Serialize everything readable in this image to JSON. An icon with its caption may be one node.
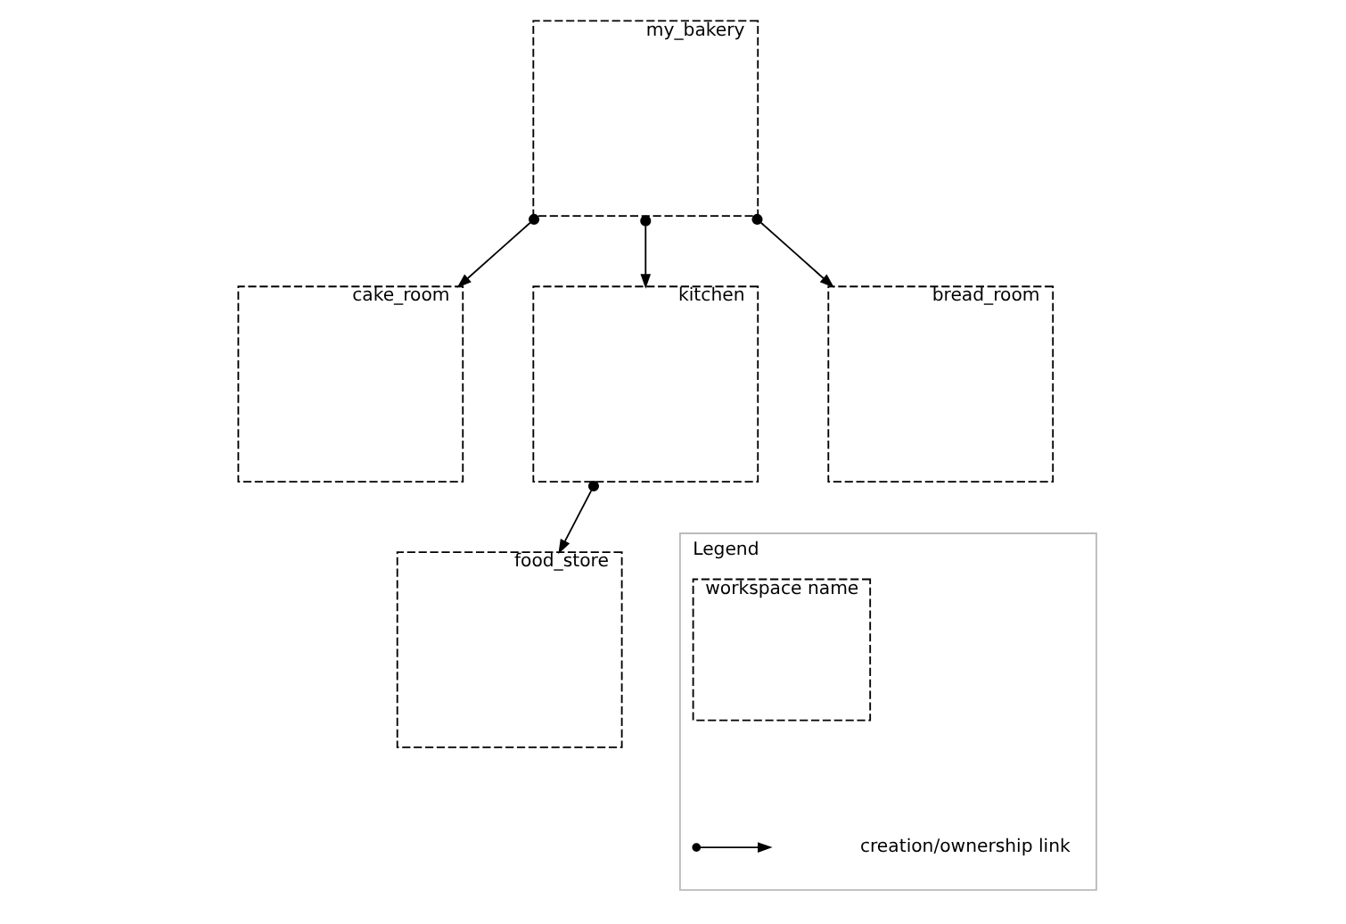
{
  "diagram": {
    "nodes": [
      {
        "text": [
          "my_bakery"
        ]
      },
      {
        "text": [
          "cake_room"
        ]
      },
      {
        "text": [
          "kitchen"
        ]
      },
      {
        "text": [
          "bread_room"
        ]
      },
      {
        "text": [
          "food_store"
        ]
      },
      {
        "text": [
          "Legend"
        ]
      }
    ],
    "edges": [
      {
        "from": 0,
        "to": 1,
        "arrow": "to"
      },
      {
        "from": 0,
        "to": 2,
        "arrow": "to"
      },
      {
        "from": 0,
        "to": 3,
        "arrow": "to"
      },
      {
        "from": 2,
        "to": 4,
        "arrow": "to"
      }
    ],
    "legend": [
      {
        "text": "workspace name"
      },
      {
        "text": "creation/ownership link"
      }
    ]
  }
}
